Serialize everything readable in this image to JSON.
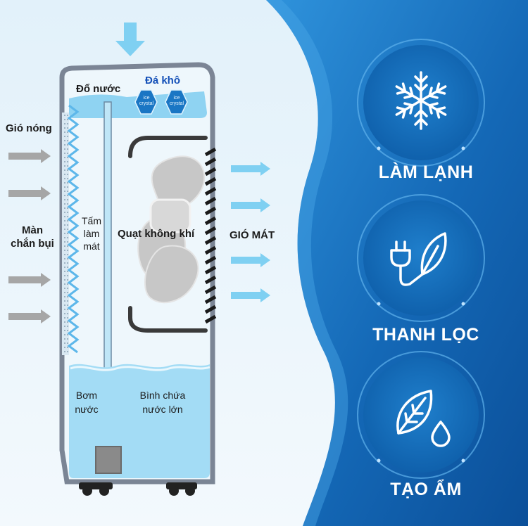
{
  "diagram": {
    "labels": {
      "pour_water": "Đổ nước",
      "dry_ice": "Đá khô",
      "ice_crystal_line1": "ice",
      "ice_crystal_line2": "crystal",
      "hot_wind": "Gió nóng",
      "dust_screen_line1": "Màn",
      "dust_screen_line2": "chắn bụi",
      "cooling_pad_line1": "Tấm",
      "cooling_pad_line2": "làm",
      "cooling_pad_line3": "mát",
      "air_fan": "Quạt không khí",
      "cool_wind": "GIÓ MÁT",
      "pump_line1": "Bơm",
      "pump_line2": "nước",
      "tank_line1": "Bình chứa",
      "tank_line2": "nước lớn"
    }
  },
  "features": [
    {
      "title": "LÀM LẠNH",
      "icon": "snowflake-icon"
    },
    {
      "title": "THANH LỌC",
      "icon": "plug-leaf-icon"
    },
    {
      "title": "TẠO ẨM",
      "icon": "leaf-drop-icon"
    }
  ],
  "colors": {
    "panel_blue_dark": "#0b5aa8",
    "panel_blue_light": "#2c8fd6",
    "water_blue": "#8fd3f2",
    "arrow_grey": "#a6a6a6",
    "arrow_blue": "#7fd0f2",
    "body_outline": "#7b8595"
  }
}
